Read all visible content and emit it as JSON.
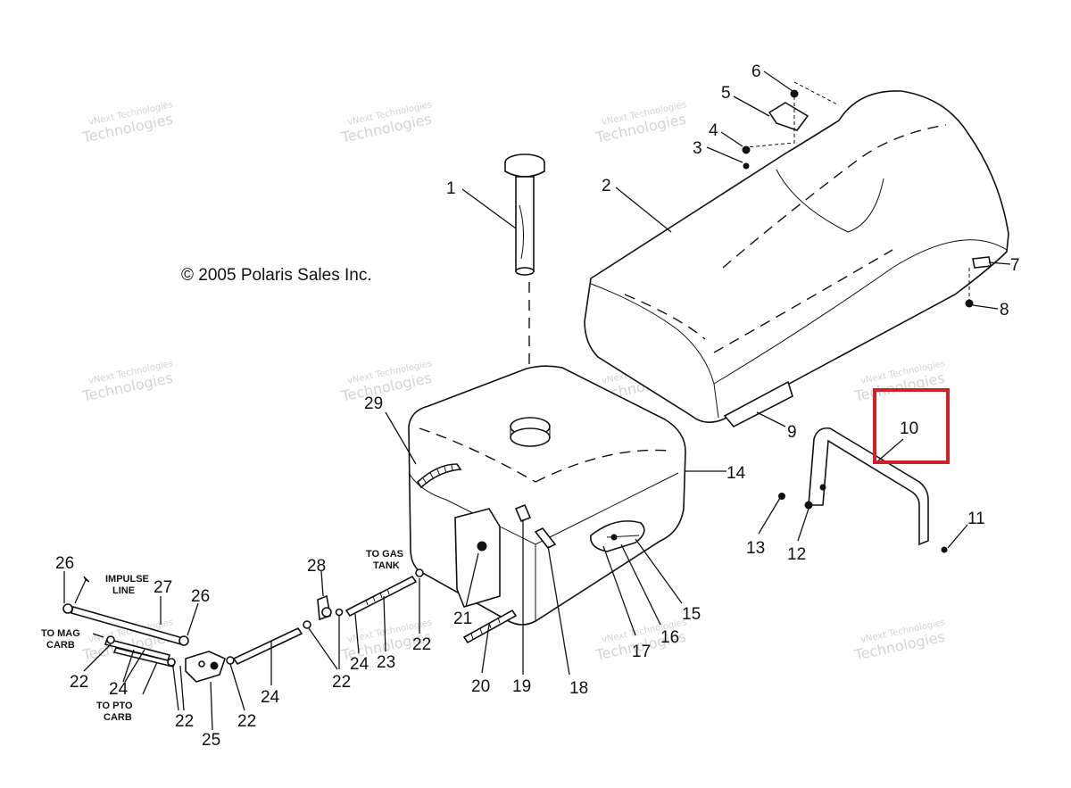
{
  "copyright": "© 2005 Polaris Sales Inc.",
  "watermark": [
    "vNext Technologies",
    "vNext",
    "Technologies"
  ],
  "callouts": [
    "1",
    "2",
    "3",
    "4",
    "5",
    "6",
    "7",
    "8",
    "9",
    "10",
    "11",
    "12",
    "13",
    "14",
    "15",
    "16",
    "17",
    "18",
    "19",
    "20",
    "21",
    "22",
    "23",
    "24",
    "25",
    "26",
    "27",
    "28",
    "29"
  ],
  "notes": {
    "impulse_line": [
      "IMPULSE",
      "LINE"
    ],
    "to_gas_tank": [
      "TO GAS",
      "TANK"
    ],
    "to_mag_carb": [
      "TO MAG",
      "CARB"
    ],
    "to_pto_carb": [
      "TO PTO",
      "CARB"
    ]
  },
  "highlight": {
    "label": "10",
    "color": "#d0202a"
  },
  "colors": {
    "line": "#111111",
    "watermark": "#cfcfcf"
  }
}
